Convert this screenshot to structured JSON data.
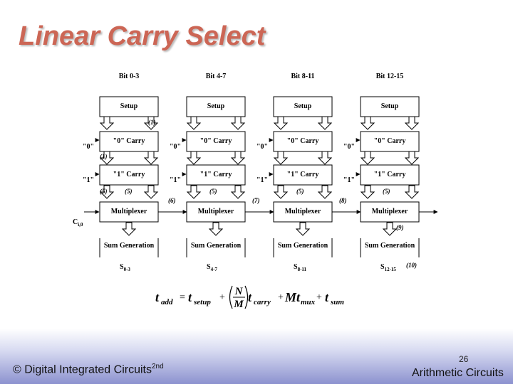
{
  "slide": {
    "title": "Linear Carry Select",
    "footer_left": "© Digital Integrated Circuits",
    "footer_sup": "2nd",
    "page_number": "26",
    "footer_right": "Arithmetic Circuits"
  },
  "diagram": {
    "stages": [
      {
        "header": "Bit 0-3",
        "setup": "Setup",
        "carry0": "\"0\" Carry",
        "carry1": "\"1\" Carry",
        "mux": "Multiplexer",
        "sumgen": "Sum Generation",
        "sum_base": "S",
        "sum_sub": "0-3"
      },
      {
        "header": "Bit 4-7",
        "setup": "Setup",
        "carry0": "\"0\" Carry",
        "carry1": "\"1\" Carry",
        "mux": "Multiplexer",
        "sumgen": "Sum Generation",
        "sum_base": "S",
        "sum_sub": "4-7"
      },
      {
        "header": "Bit 8-11",
        "setup": "Setup",
        "carry0": "\"0\" Carry",
        "carry1": "\"1\" Carry",
        "mux": "Multiplexer",
        "sumgen": "Sum Generation",
        "sum_base": "S",
        "sum_sub": "8-11"
      },
      {
        "header": "Bit 12-15",
        "setup": "Setup",
        "carry0": "\"0\" Carry",
        "carry1": "\"1\" Carry",
        "mux": "Multiplexer",
        "sumgen": "Sum Generation",
        "sum_base": "S",
        "sum_sub": "12-15"
      }
    ],
    "input0": "\"0\"",
    "input1": "\"1\"",
    "cin_base": "C",
    "cin_sub": "i,0",
    "annotations": {
      "a1": "(1)",
      "a2": "(1)",
      "a3": "(5)",
      "a4": "(5)",
      "a5": "(6)",
      "a6": "(5)",
      "a7": "(7)",
      "a8": "(5)",
      "a9": "(8)",
      "a10": "(5)",
      "a11": "(9)",
      "a12": "(10)"
    },
    "formula": {
      "t": "t",
      "add": "add",
      "eq": "=",
      "setup": "setup",
      "plus": "+",
      "N": "N",
      "M": "M",
      "carry": "carry",
      "Mt": "Mt",
      "mux": "mux",
      "sum": "sum"
    }
  }
}
